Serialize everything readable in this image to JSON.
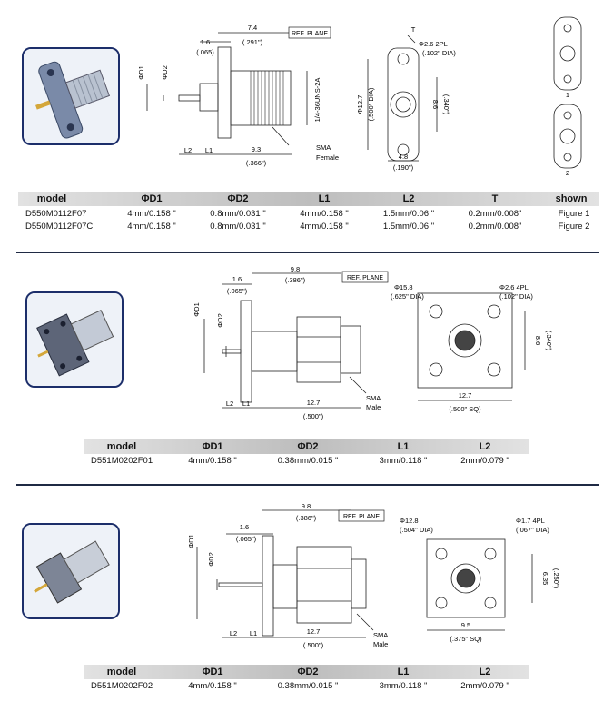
{
  "section1": {
    "drawing": {
      "ref_plane": "REF. PLANE",
      "dim_7_4": "7.4",
      "dim_291": "(.291\")",
      "dim_1_6": "1.6",
      "dim_065": "(.065)",
      "phi_d1": "ΦD1",
      "phi_d2": "ΦD2",
      "thread": "1/4-36UNS-2A",
      "l2": "L2",
      "l1": "L1",
      "dim_9_3": "9.3",
      "dim_366": "(.366\")",
      "sma_label_1": "SMA",
      "sma_label_2": "Female",
      "t_label": "T",
      "hole_1": "Φ2.6 2PL",
      "hole_2": "(.102\" DIA)",
      "dia_12_7": "Φ12.7",
      "dia_500": "(.500\" DIA)",
      "dim_8_6": "8.6",
      "dim_340": "(.340\")",
      "dim_4_8": "4.8",
      "dim_190": "(.190\")",
      "fig1": "1",
      "fig2": "2"
    },
    "table": {
      "headers": [
        "model",
        "ΦD1",
        "ΦD2",
        "L1",
        "L2",
        "T",
        "shown"
      ],
      "rows": [
        [
          "D550M0112F07",
          "4mm/0.158 \"",
          "0.8mm/0.031 \"",
          "4mm/0.158 \"",
          "1.5mm/0.06 \"",
          "0.2mm/0.008\"",
          "Figure 1"
        ],
        [
          "D550M0112F07C",
          "4mm/0.158 \"",
          "0.8mm/0.031 \"",
          "4mm/0.158 \"",
          "1.5mm/0.06 \"",
          "0.2mm/0.008\"",
          "Figure 2"
        ]
      ]
    }
  },
  "section2": {
    "drawing": {
      "dim_9_8": "9.8",
      "dim_386": "(.386\")",
      "ref_plane": "REF. PLANE",
      "dim_1_6": "1.6",
      "dim_065": "(.065\")",
      "phi_d1": "ΦD1",
      "phi_d2": "ΦD2",
      "l2": "L2",
      "l1": "L1",
      "dim_12_7": "12.7",
      "dim_500": "(.500\")",
      "sma_label_1": "SMA",
      "sma_label_2": "Male",
      "dia_15_8": "Φ15.8",
      "dia_625": "(.625\" DIA)",
      "hole_1": "Φ2.6 4PL",
      "hole_2": "(.102\" DIA)",
      "dim_8_6": "8.6",
      "dim_340": "(.340\")",
      "sq_12_7": "12.7",
      "sq_500": "(.500\" SQ)"
    },
    "table": {
      "headers": [
        "model",
        "ΦD1",
        "ΦD2",
        "L1",
        "L2"
      ],
      "rows": [
        [
          "D551M0202F01",
          "4mm/0.158 \"",
          "0.38mm/0.015 \"",
          "3mm/0.118 \"",
          "2mm/0.079 \""
        ]
      ]
    }
  },
  "section3": {
    "drawing": {
      "dim_9_8": "9.8",
      "dim_386": "(.386\")",
      "ref_plane": "REF. PLANE",
      "dim_1_6": "1.6",
      "dim_065": "(.065\")",
      "phi_d1": "ΦD1",
      "phi_d2": "ΦD2",
      "l2": "L2",
      "l1": "L1",
      "dim_12_7": "12.7",
      "dim_500": "(.500\")",
      "sma_label_1": "SMA",
      "sma_label_2": "Male",
      "dia_12_8": "Φ12.8",
      "dia_504": "(.504\" DIA)",
      "hole_1": "Φ1.7 4PL",
      "hole_2": "(.067\" DIA)",
      "dim_6_35": "6.35",
      "dim_250": "(.250\")",
      "sq_9_5": "9.5",
      "sq_375": "(.375\" SQ)"
    },
    "table": {
      "headers": [
        "model",
        "ΦD1",
        "ΦD2",
        "L1",
        "L2"
      ],
      "rows": [
        [
          "D551M0202F02",
          "4mm/0.158 \"",
          "0.38mm/0.015 \"",
          "3mm/0.118 \"",
          "2mm/0.079 \""
        ]
      ]
    }
  }
}
